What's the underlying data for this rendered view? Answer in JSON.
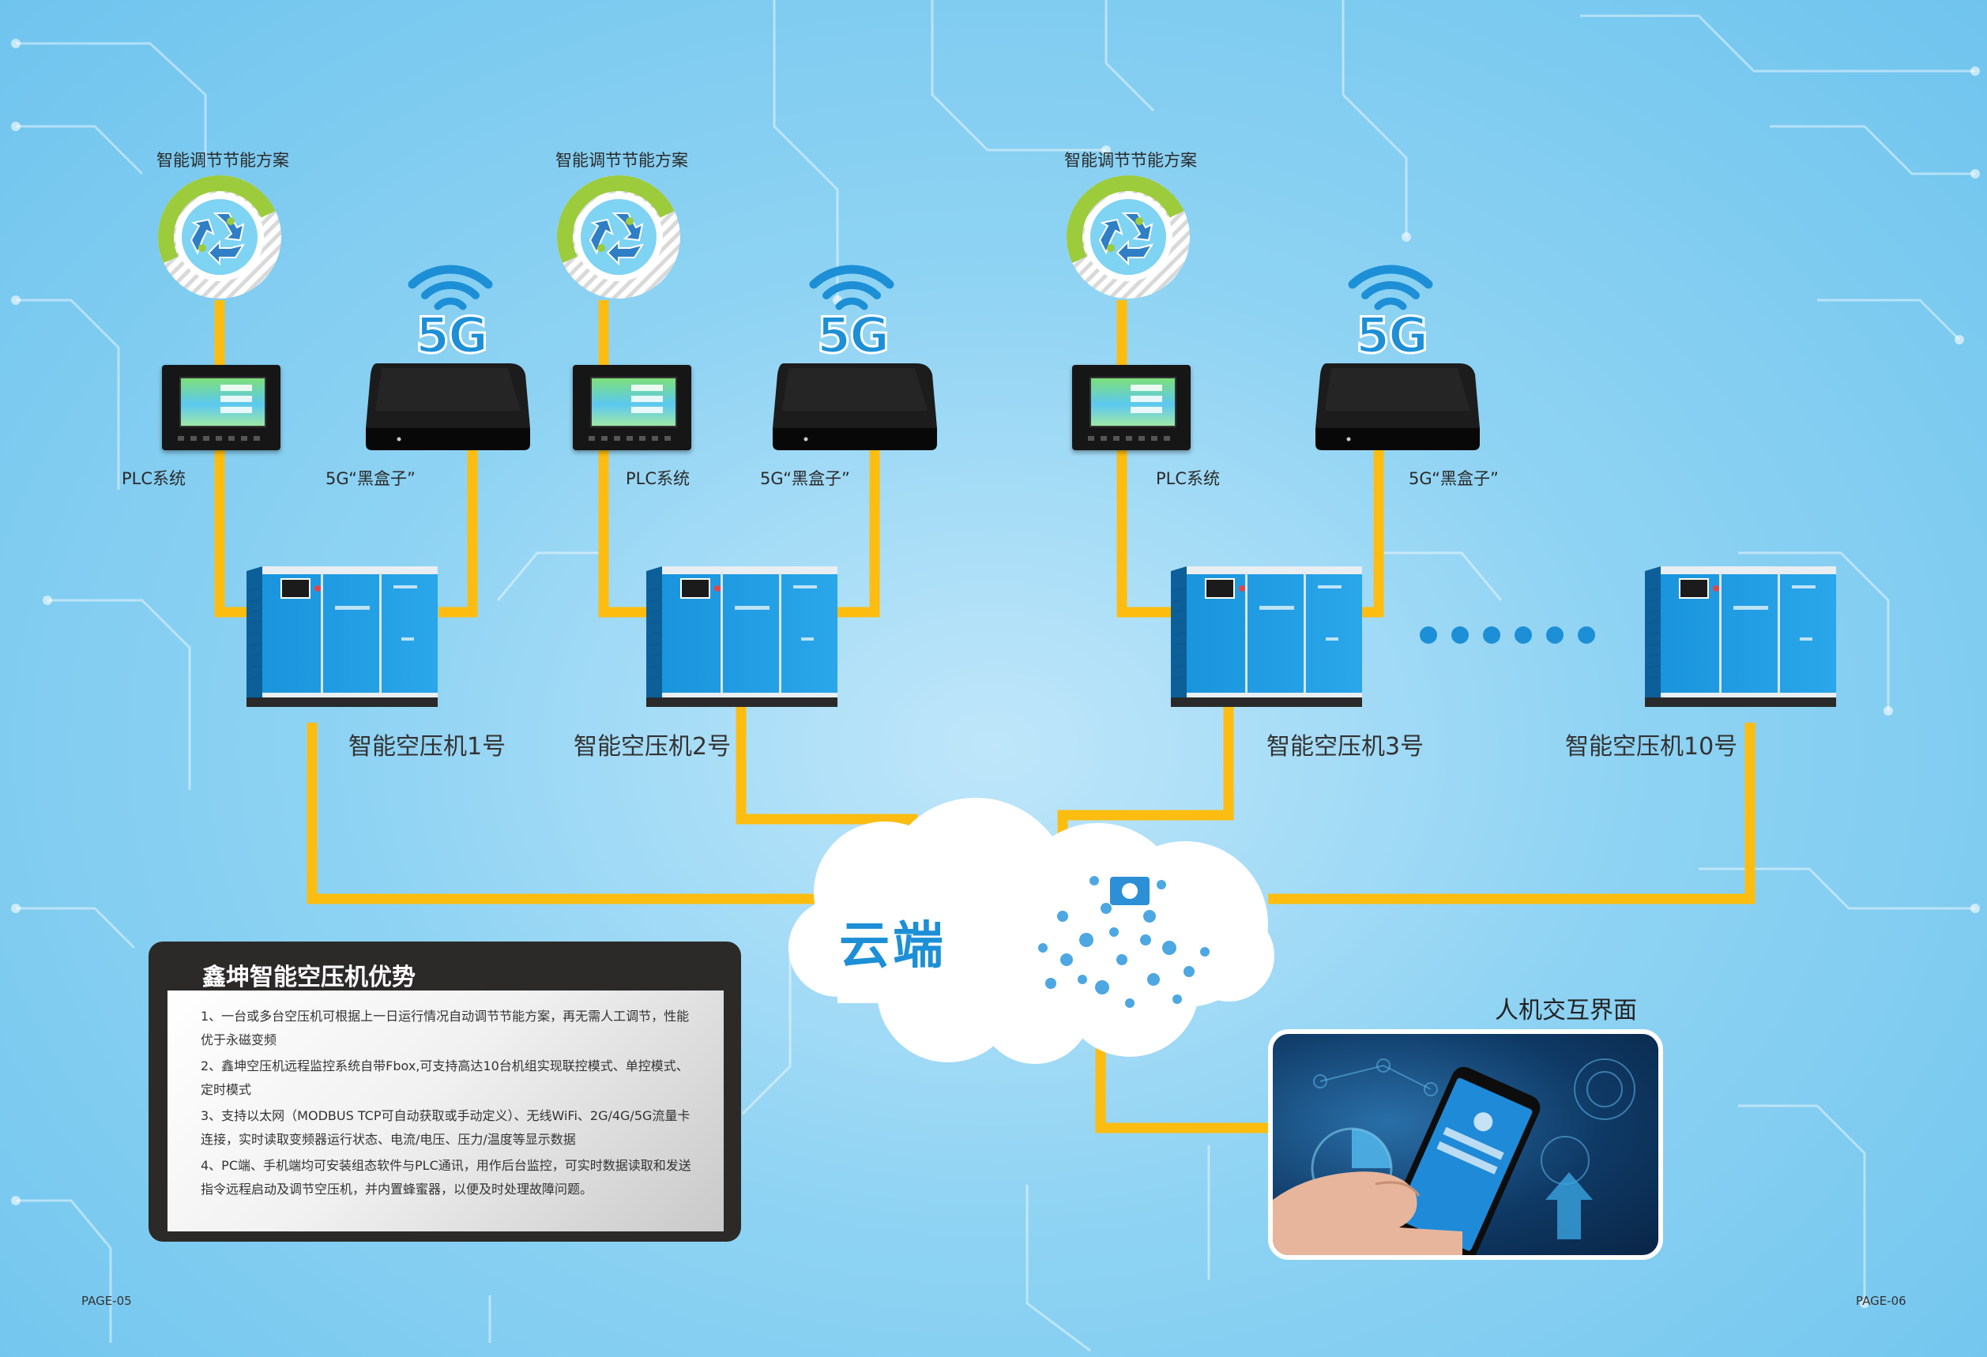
{
  "scheme_label": "智能调节节能方案",
  "plc_label": "PLC系统",
  "box_label": "5G“黑盒子”",
  "fiveg_text": "5G",
  "machines": [
    {
      "label": "智能空压机1号"
    },
    {
      "label": "智能空压机2号"
    },
    {
      "label": "智能空压机3号"
    },
    {
      "label": "智能空压机10号"
    }
  ],
  "cloud_title": "云端",
  "hmi_label": "人机交互界面",
  "panel": {
    "title": "鑫坤智能空压机优势",
    "items": [
      "1、一台或多台空压机可根据上一日运行情况自动调节节能方案，再无需人工调节，性能优于永磁变频",
      "2、鑫坤空压机远程监控系统自带Fbox,可支持高达10台机组实现联控模式、单控模式、定时模式",
      "3、支持以太网（MODBUS TCP可自动获取或手动定义）、无线WiFi、2G/4G/5G流量卡连接，实时读取变频器运行状态、电流/电压、压力/温度等显示数据",
      "4、PC端、手机端均可安装组态软件与PLC通讯，用作后台监控，可实时数据读取和发送指令远程启动及调节空压机，并内置蜂蜜器，以便及时处理故障问题。"
    ]
  },
  "page_left": "PAGE-05",
  "page_right": "PAGE-06",
  "colors": {
    "wire": "#fdbd10",
    "accent": "#1d8fd6",
    "eco_green": "#9ccb3c"
  }
}
